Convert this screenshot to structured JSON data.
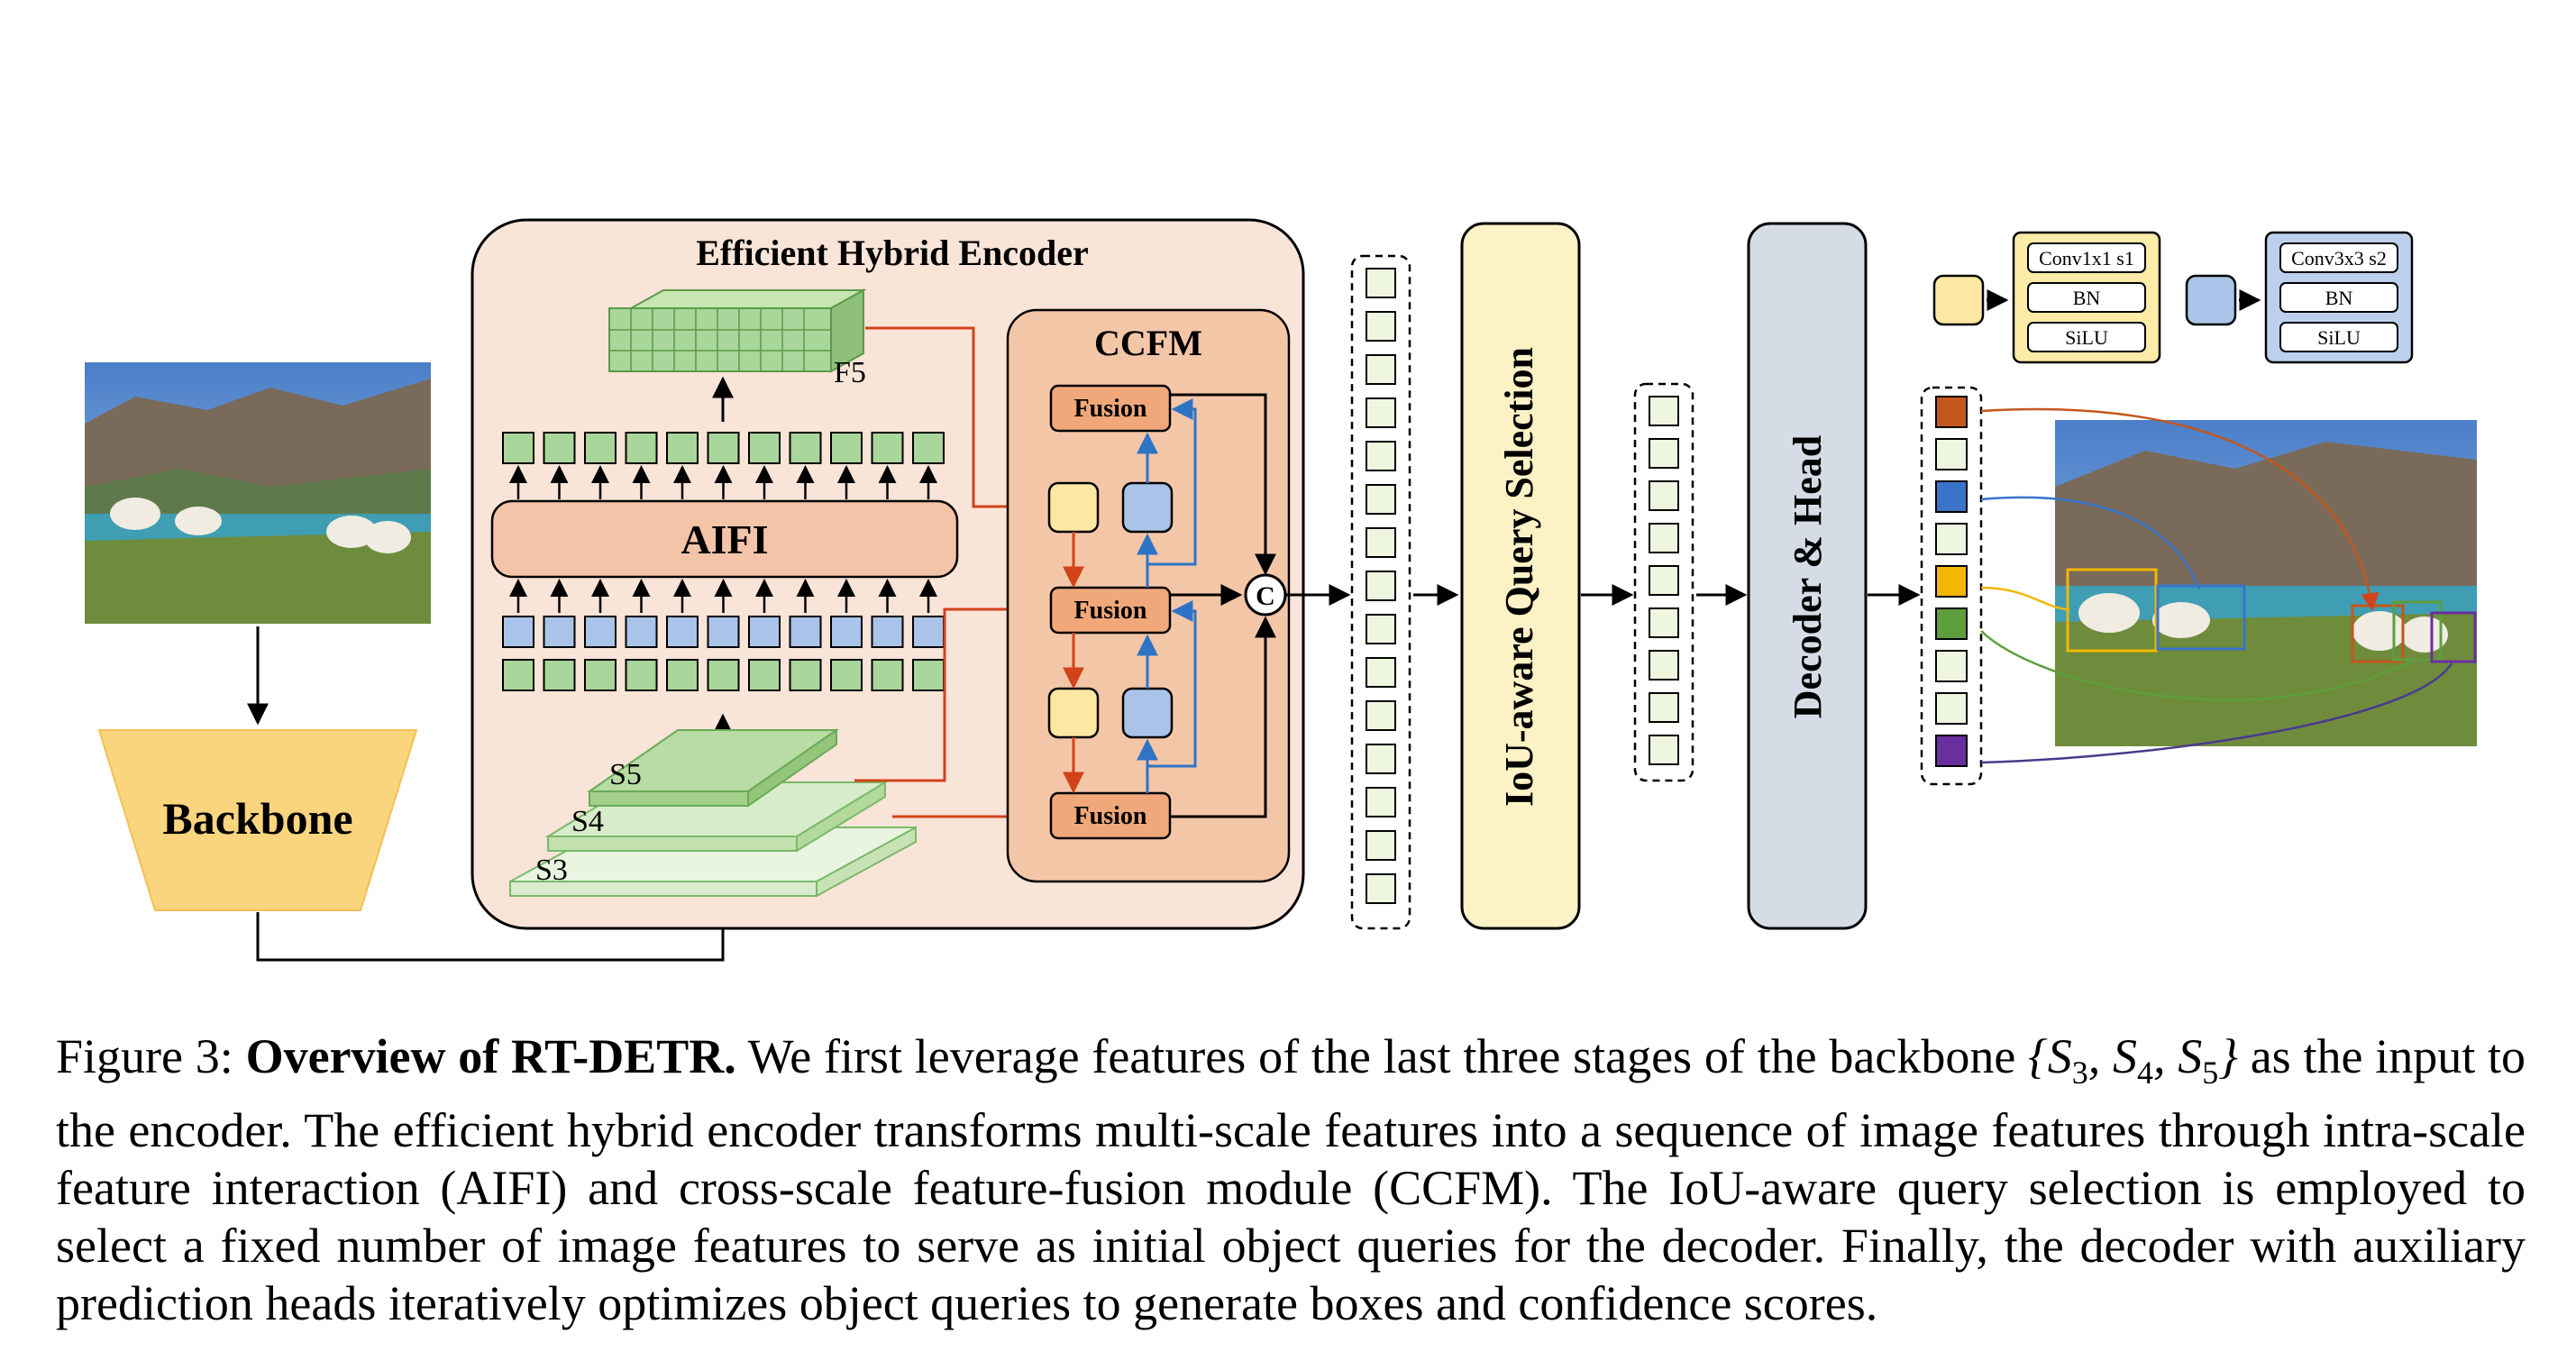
{
  "diagram": {
    "encoder_title": "Efficient Hybrid Encoder",
    "ccfm_title": "CCFM",
    "aifi_label": "AIFI",
    "f5_label": "F5",
    "backbone_label": "Backbone",
    "stage_labels": [
      "S5",
      "S4",
      "S3"
    ],
    "fusion_label": "Fusion",
    "concat_label": "C",
    "query_selection_label": "IoU-aware Query Selection",
    "decoder_label": "Decoder & Head",
    "legend_yellow": [
      "Conv1x1 s1",
      "BN",
      "SiLU"
    ],
    "legend_blue": [
      "Conv3x3 s2",
      "BN",
      "SiLU"
    ],
    "colors": {
      "encoder_bg": "#f9e4d8",
      "ccfm_bg": "#f4c6a8",
      "fusion": "#f0a87a",
      "aifi": "#f4c4a8",
      "green_feature": "#a9d69a",
      "blue_feature": "#a9c4e8",
      "yellow_block": "#fde7a3",
      "backbone": "#fbd47e",
      "query_selection": "#fdf1c6",
      "decoder": "#d6dce6",
      "query_cell": "#eef6df",
      "red_arrow": "#d2431a",
      "blue_arrow": "#2e74c4",
      "query_colors": [
        "#c4571b",
        "#3a74c9",
        "#f2b800",
        "#5e9e3c",
        "#6a2f9e"
      ]
    }
  },
  "caption": {
    "label": "Figure 3:",
    "title": "Overview of RT-DETR.",
    "text1": "We first leverage features of the last three stages of the backbone",
    "set_open": "{",
    "s3": "S",
    "s3_sub": "3",
    "s4": "S",
    "s4_sub": "4",
    "s5": "S",
    "s5_sub": "5",
    "set_close": "}",
    "text2": "as the input to the encoder. The efficient hybrid encoder transforms multi-scale features into a sequence of image features through intra-scale feature interaction (AIFI) and cross-scale feature-fusion module (CCFM). The IoU-aware query selection is employed to select a fixed number of image features to serve as initial object queries for the decoder. Finally, the decoder with auxiliary prediction heads iteratively optimizes object queries to generate boxes and confidence scores."
  }
}
